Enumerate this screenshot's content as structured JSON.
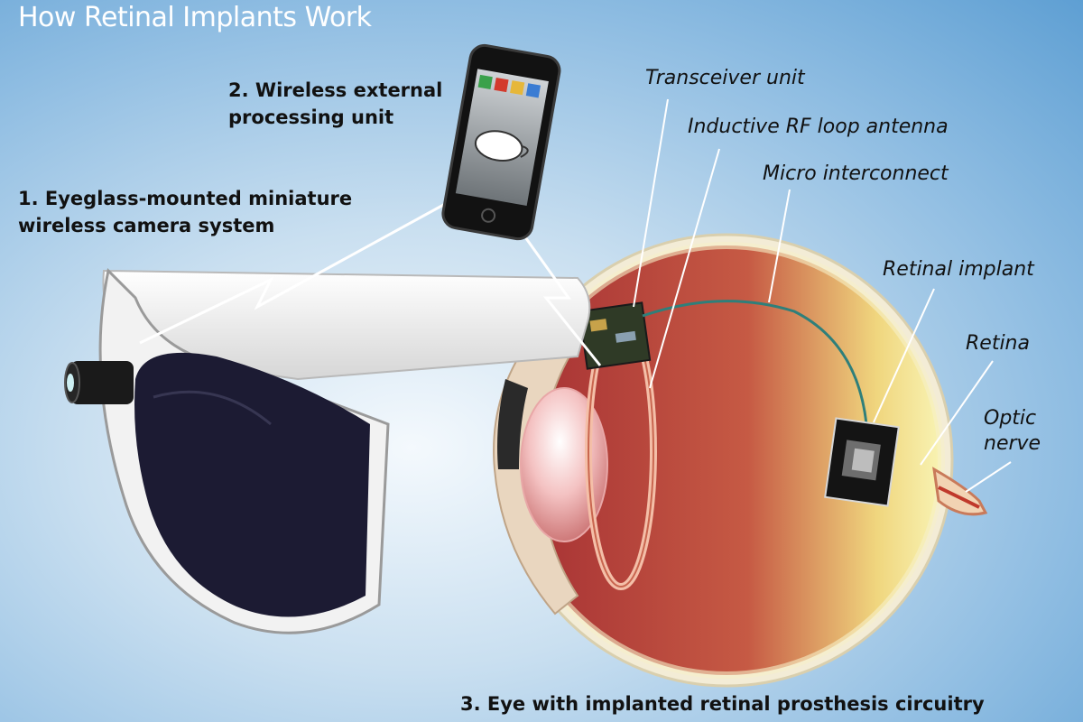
{
  "diagram": {
    "title": "How Retinal Implants Work",
    "steps": {
      "step1": {
        "line1": "1. Eyeglass-mounted miniature",
        "line2": "wireless camera system"
      },
      "step2": {
        "line1": "2. Wireless external",
        "line2": "processing unit"
      },
      "step3": {
        "text": "3. Eye with implanted retinal prosthesis circuitry"
      }
    },
    "callouts": {
      "transceiver": "Transceiver unit",
      "antenna": "Inductive RF loop antenna",
      "interconnect": "Micro interconnect",
      "retinal_implant": "Retinal implant",
      "retina": "Retina",
      "optic_nerve_line1": "Optic",
      "optic_nerve_line2": "nerve"
    }
  },
  "colors": {
    "background_outer": "#5e9fd3",
    "background_inner": "#f4f9fd",
    "sclera": "#f3ecd6",
    "eye_interior": "#b23a3a",
    "retina_glow": "#f6f1a8",
    "glasses_frame": "#f2f2f2",
    "lens": "#1c1b33"
  }
}
